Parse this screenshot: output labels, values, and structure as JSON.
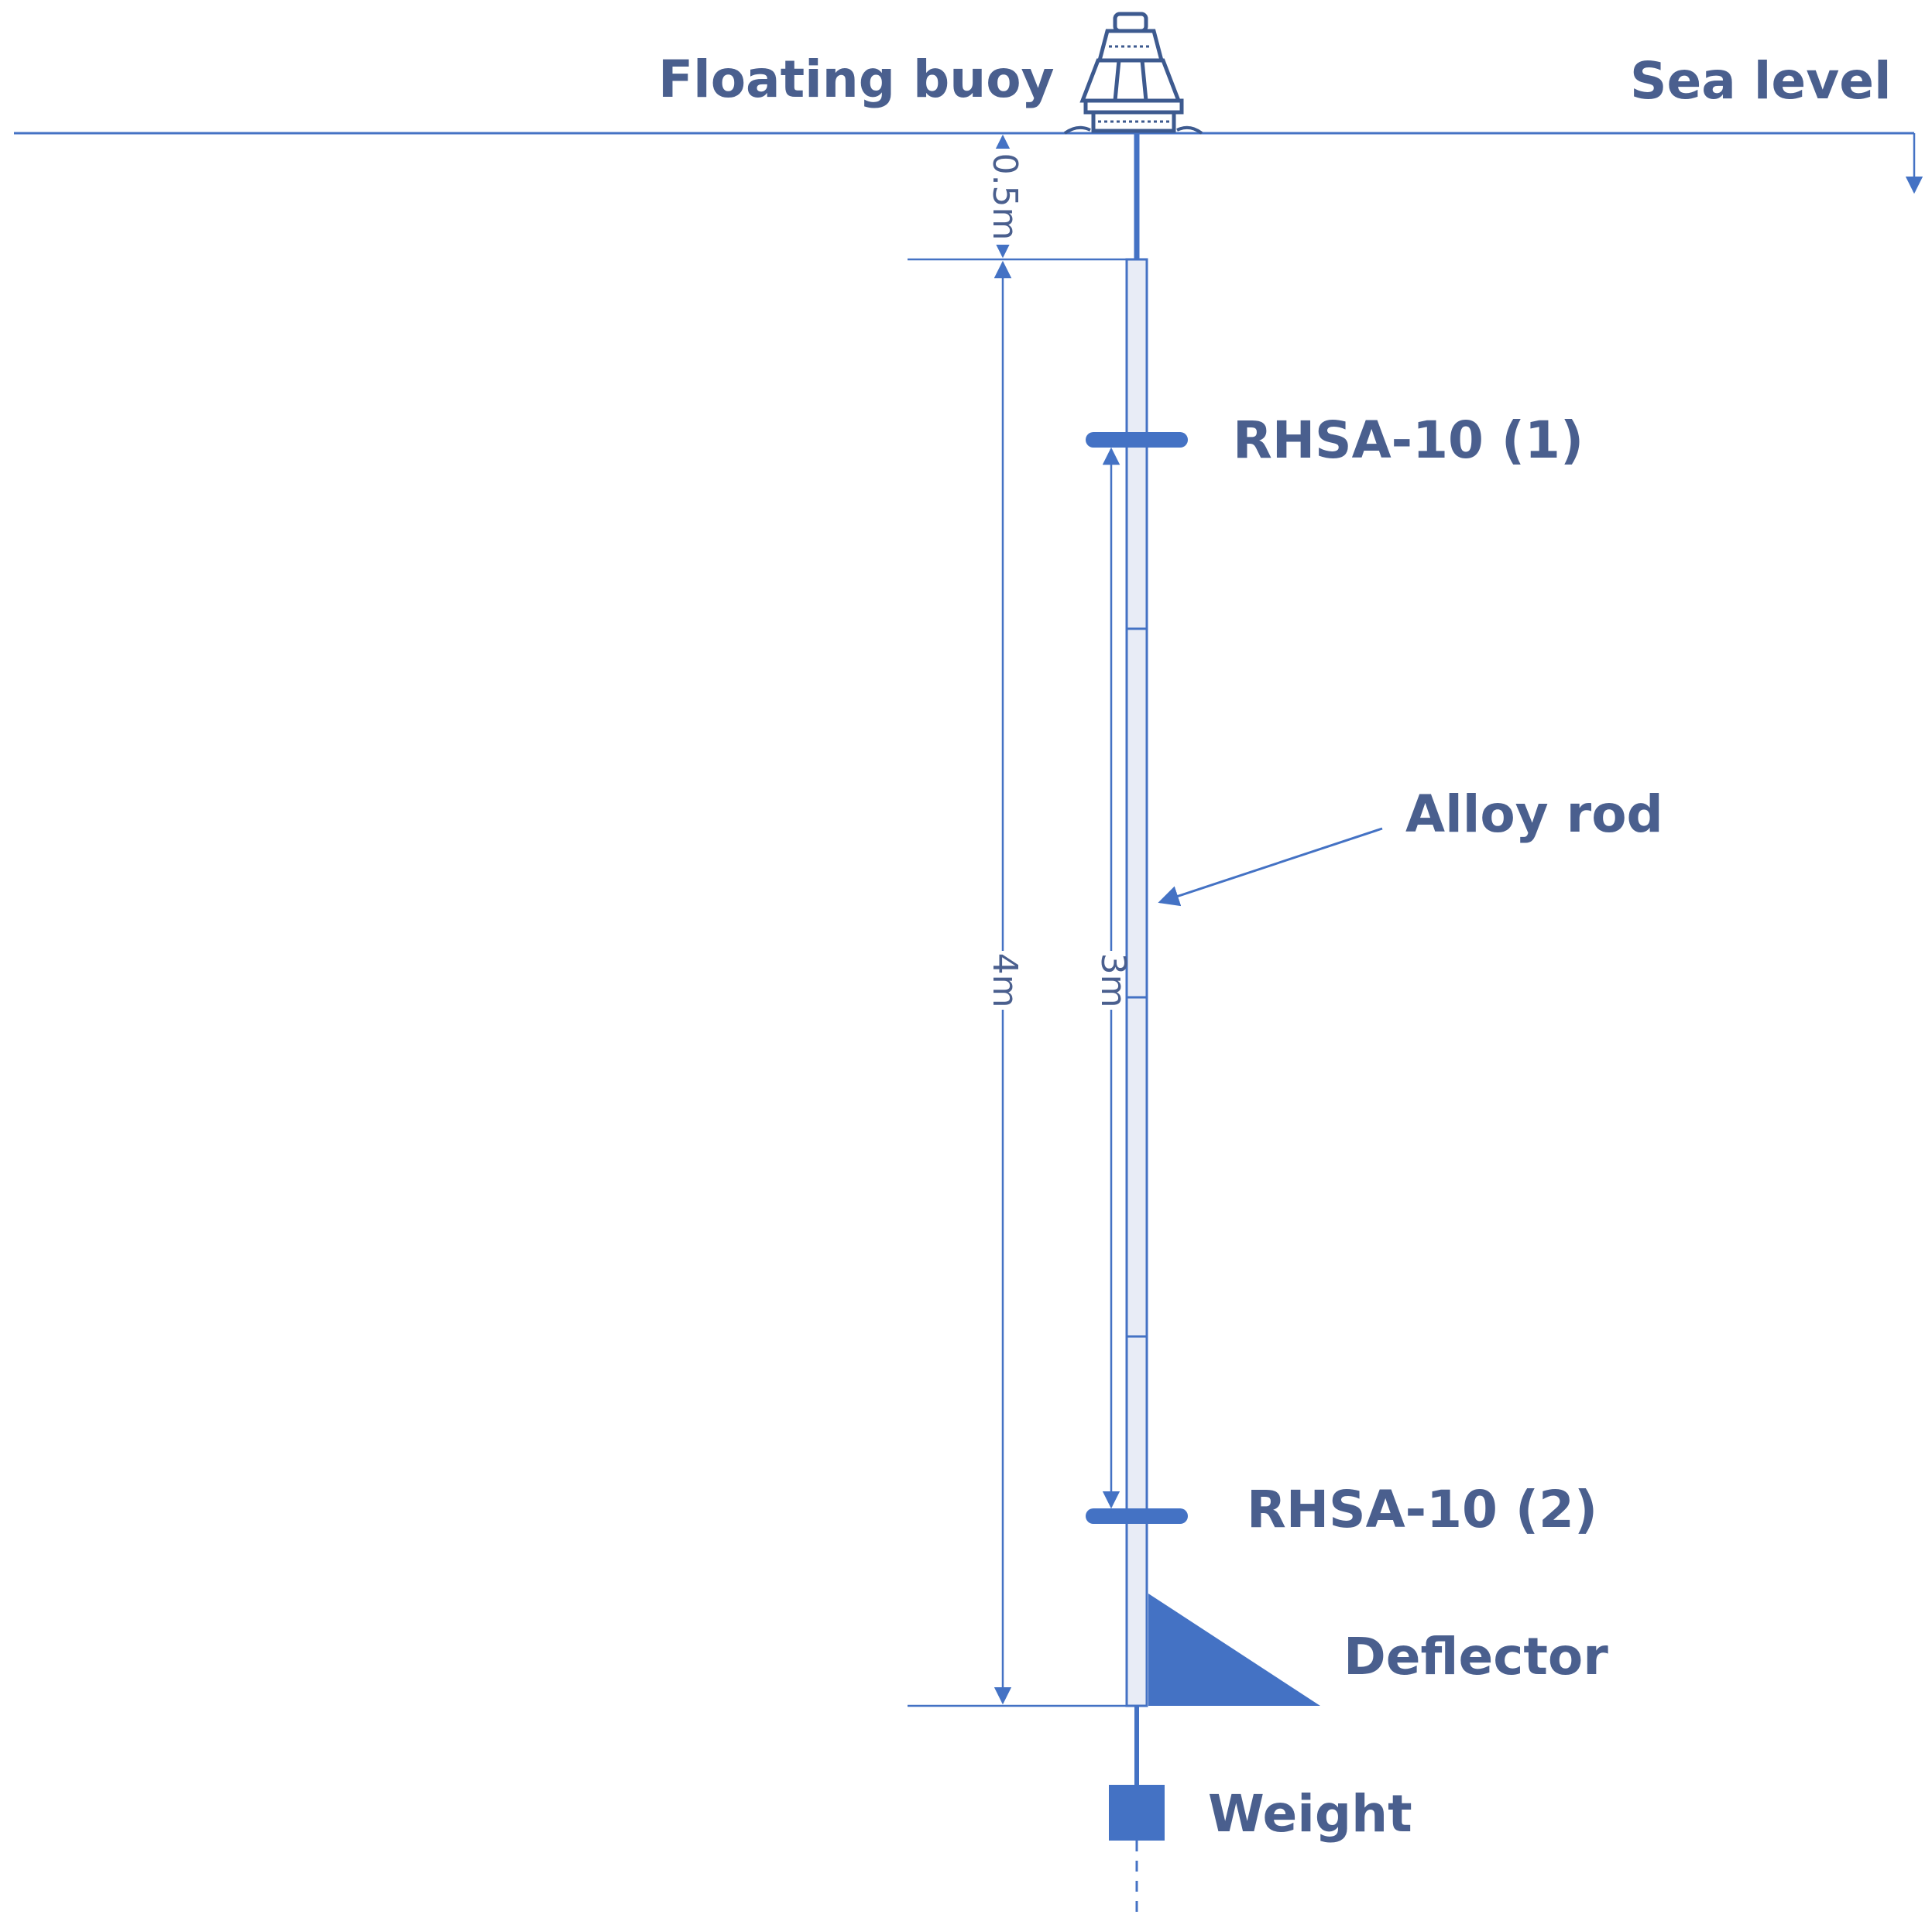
{
  "labels": {
    "floating_buoy": "Floating buoy",
    "sea_level": "Sea level",
    "sensor_1": "RHSA-10 (1)",
    "alloy_rod": "Alloy rod",
    "sensor_2": "RHSA-10 (2)",
    "deflector": "Deflector",
    "weight": "Weight"
  },
  "dimensions": {
    "buoy_to_rod": "0.5m",
    "rod_length": "4m",
    "sensor_spacing": "3m"
  },
  "colors": {
    "accent": "#4472c4",
    "text": "#4a5f8e"
  }
}
